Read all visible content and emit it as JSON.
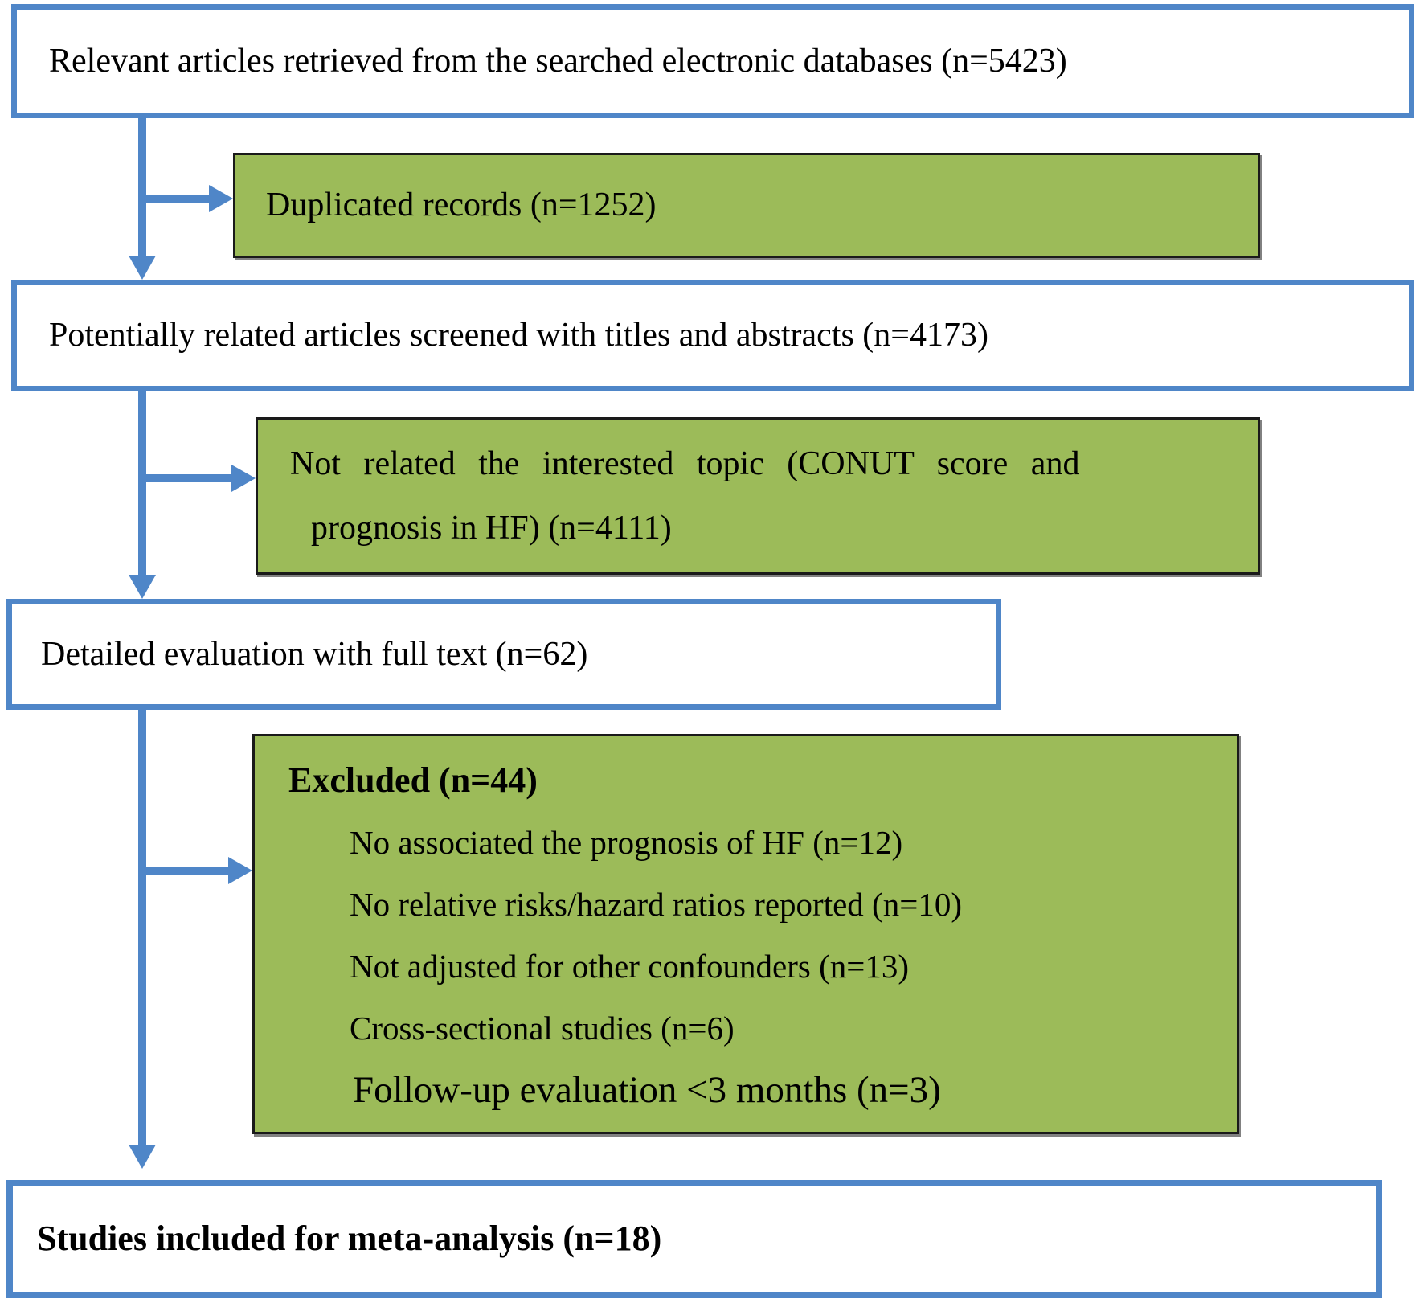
{
  "diagram": {
    "type": "study-selection-flowchart",
    "colors": {
      "box_border_blue": "#4f86c8",
      "arrow_blue": "#4f86c8",
      "green_fill": "#9cbb59",
      "green_border": "#1a1a1a",
      "white_fill": "#ffffff",
      "text_color": "#000000"
    },
    "boxes": {
      "retrieved": {
        "label": "Relevant articles retrieved from the searched electronic databases (n=5423)"
      },
      "duplicated": {
        "label": "Duplicated records (n=1252)"
      },
      "screened": {
        "label": "Potentially related articles screened with titles and abstracts (n=4173)"
      },
      "not_related": {
        "line1": "Not related the interested topic (CONUT score and",
        "line2": "prognosis in HF) (n=4111)"
      },
      "full_text": {
        "label": "Detailed evaluation with full text (n=62)"
      },
      "excluded": {
        "title": "Excluded (n=44)",
        "items": [
          "No associated the prognosis of HF (n=12)",
          "No relative risks/hazard ratios reported (n=10)",
          "Not adjusted for other confounders (n=13)",
          "Cross-sectional studies (n=6)",
          "Follow-up evaluation <3 months (n=3)"
        ]
      },
      "included": {
        "label": "Studies included for meta-analysis (n=18)"
      }
    }
  }
}
